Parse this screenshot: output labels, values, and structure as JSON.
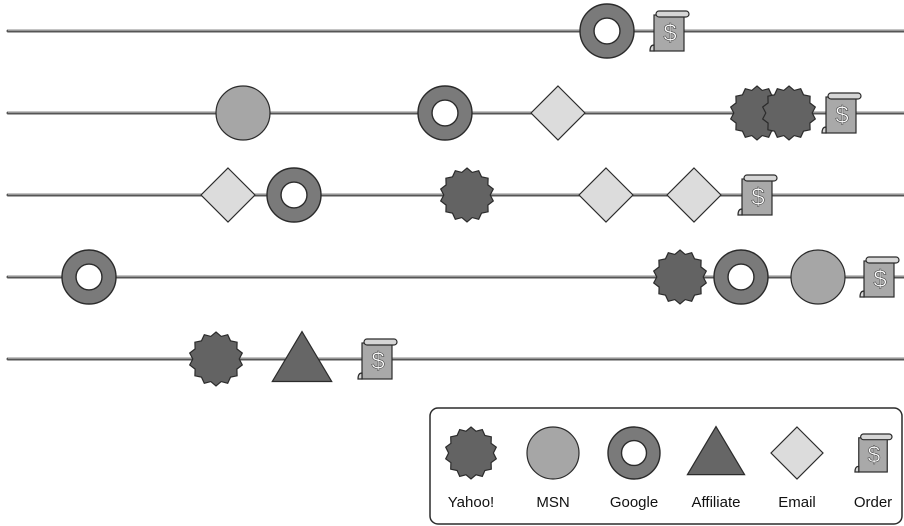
{
  "colors": {
    "yahoo": "#636363",
    "msn": "#a6a6a6",
    "google": "#7a7a7a",
    "affiliate": "#666666",
    "email": "#dcdcdc",
    "order": "#a9a9a9",
    "stroke": "#2b2b2b",
    "line": "#555555"
  },
  "symbols": {
    "order": "$"
  },
  "legend": {
    "items": [
      {
        "key": "yahoo",
        "label": "Yahoo!"
      },
      {
        "key": "msn",
        "label": "MSN"
      },
      {
        "key": "google",
        "label": "Google"
      },
      {
        "key": "affiliate",
        "label": "Affiliate"
      },
      {
        "key": "email",
        "label": "Email"
      },
      {
        "key": "order",
        "label": "Order"
      }
    ]
  },
  "paths": [
    [
      "google",
      "order"
    ],
    [
      "msn",
      "google",
      "email",
      "yahoo",
      "yahoo",
      "order"
    ],
    [
      "email",
      "google",
      "yahoo",
      "email",
      "email",
      "order"
    ],
    [
      "google",
      "yahoo",
      "google",
      "msn",
      "order"
    ],
    [
      "yahoo",
      "affiliate",
      "order"
    ]
  ]
}
